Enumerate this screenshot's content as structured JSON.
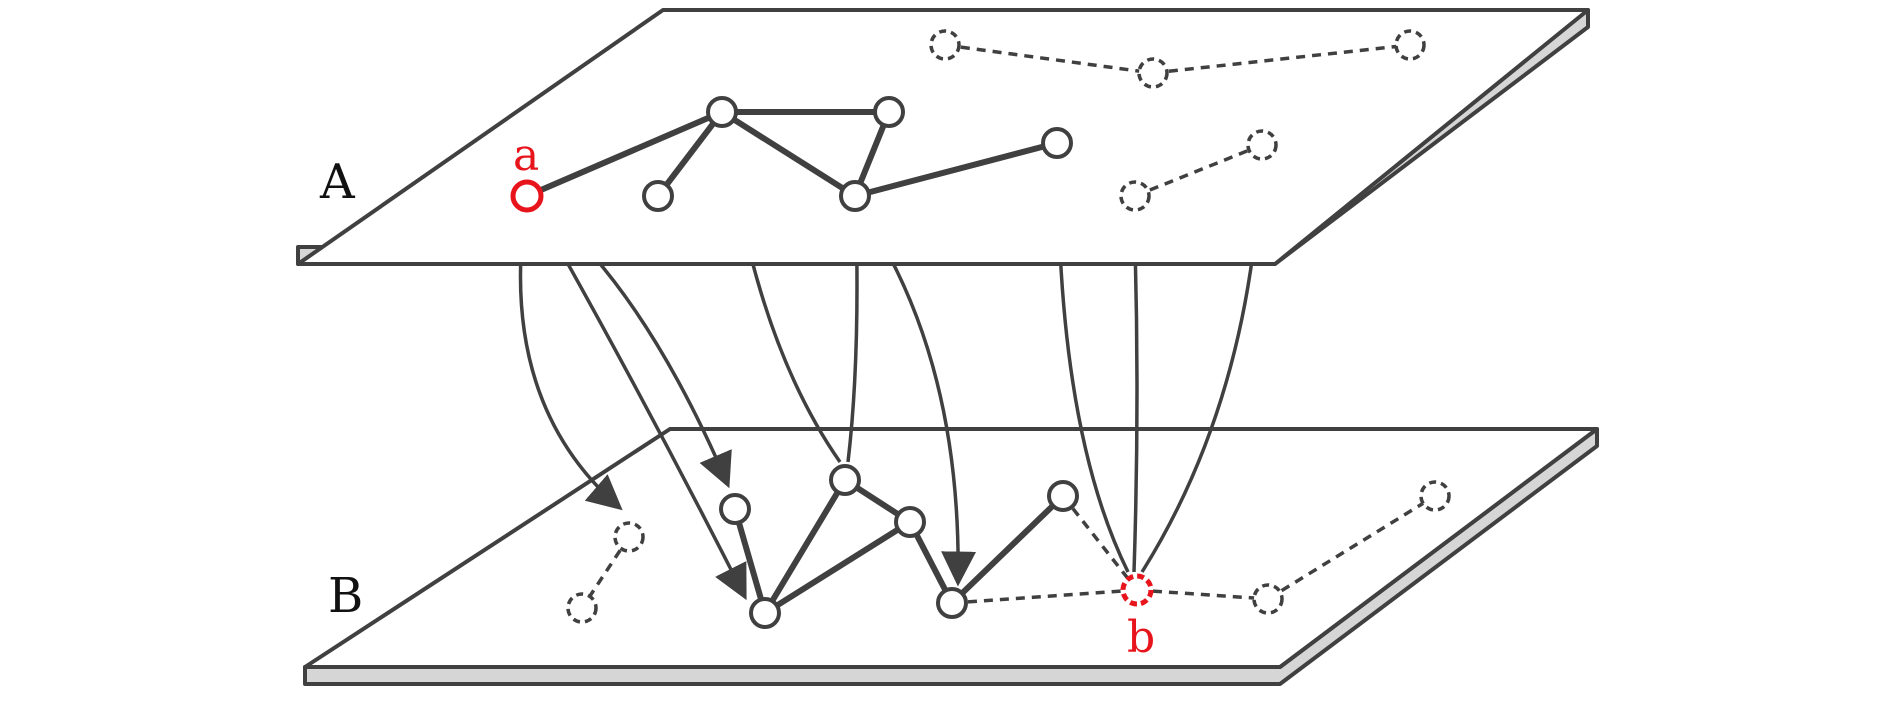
{
  "layers": {
    "A": {
      "label": "A"
    },
    "B": {
      "label": "B"
    }
  },
  "highlight": {
    "a": {
      "label": "a"
    },
    "b": {
      "label": "b"
    }
  },
  "colors": {
    "ink": "#404040",
    "highlight": "#e8141c",
    "plane_edge": "#d6d6d6"
  }
}
